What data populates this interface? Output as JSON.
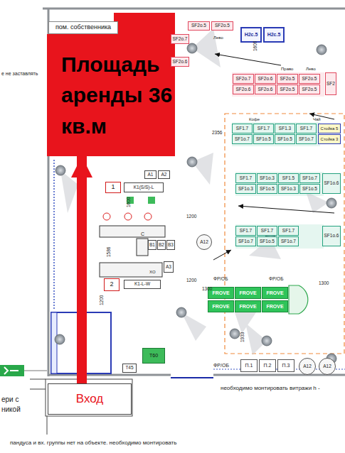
{
  "diagram": {
    "nodes": [
      {
        "text": [
          "пом. собственника"
        ]
      },
      {
        "text": [
          "Площадь аренды 36 кв.м"
        ]
      },
      {
        "text": [
          "Вход"
        ]
      },
      {
        "text": [
          "SF2o.5"
        ]
      },
      {
        "text": [
          "SF2o.5"
        ]
      },
      {
        "text": [
          "H2c.5"
        ]
      },
      {
        "text": [
          "H2c.5"
        ]
      },
      {
        "text": [
          "SF2o.7"
        ]
      },
      {
        "text": [
          "SF2o.6"
        ]
      },
      {
        "text": [
          "SF2o.7"
        ]
      },
      {
        "text": [
          "SF2o.6"
        ]
      },
      {
        "text": [
          "SF2o.5"
        ]
      },
      {
        "text": [
          "SF2o.5"
        ]
      },
      {
        "text": [
          "SF2o.6"
        ]
      },
      {
        "text": [
          "SF2o.6"
        ]
      },
      {
        "text": [
          "SF2o.5"
        ]
      },
      {
        "text": [
          "SF2o.5"
        ]
      },
      {
        "text": [
          "SF2"
        ]
      },
      {
        "text": [
          "SF1.7"
        ]
      },
      {
        "text": [
          "SF1.7"
        ]
      },
      {
        "text": [
          "SF1.3"
        ]
      },
      {
        "text": [
          "SF1.7"
        ]
      },
      {
        "text": [
          "SF1o.7"
        ]
      },
      {
        "text": [
          "SF1o.5"
        ]
      },
      {
        "text": [
          "SF1o.5"
        ]
      },
      {
        "text": [
          "SF1o.7"
        ]
      },
      {
        "text": [
          "Стойка 5"
        ]
      },
      {
        "text": [
          "Стойка 3"
        ]
      },
      {
        "text": [
          "SF1.7"
        ]
      },
      {
        "text": [
          "SF1o.3"
        ]
      },
      {
        "text": [
          "SF1.5"
        ]
      },
      {
        "text": [
          "SF1o.7"
        ]
      },
      {
        "text": [
          "SF1o.3"
        ]
      },
      {
        "text": [
          "SF1o.5"
        ]
      },
      {
        "text": [
          "SF1o.3"
        ]
      },
      {
        "text": [
          "SF1o.5"
        ]
      },
      {
        "text": [
          "SF1o.6"
        ]
      },
      {
        "text": [
          "SF1.7"
        ]
      },
      {
        "text": [
          "SF1.7"
        ]
      },
      {
        "text": [
          "SF1.7"
        ]
      },
      {
        "text": [
          "SF1o.7"
        ]
      },
      {
        "text": [
          "SF1o.5"
        ]
      },
      {
        "text": [
          "SF1o.7"
        ]
      },
      {
        "text": [
          "SF1o.6"
        ]
      },
      {
        "text": [
          "FROVE"
        ]
      },
      {
        "text": [
          "FROVE"
        ]
      },
      {
        "text": [
          "FROVE"
        ]
      },
      {
        "text": [
          "FROVE"
        ]
      },
      {
        "text": [
          "FROVE"
        ]
      },
      {
        "text": [
          "FROVE"
        ]
      },
      {
        "text": [
          "A12"
        ]
      },
      {
        "text": [
          "П.1"
        ]
      },
      {
        "text": [
          "П.2"
        ]
      },
      {
        "text": [
          "П.3"
        ]
      },
      {
        "text": [
          "A12"
        ]
      },
      {
        "text": [
          "A12"
        ]
      },
      {
        "text": [
          "1"
        ]
      },
      {
        "text": [
          "K1(S/S)-L"
        ]
      },
      {
        "text": [
          "A1"
        ]
      },
      {
        "text": [
          "A2"
        ]
      },
      {
        "text": [
          "2"
        ]
      },
      {
        "text": [
          "K1-L-W"
        ]
      },
      {
        "text": [
          "B1"
        ]
      },
      {
        "text": [
          "B2"
        ]
      },
      {
        "text": [
          "B3"
        ]
      },
      {
        "text": [
          "A3"
        ]
      },
      {
        "text": [
          "T60"
        ]
      },
      {
        "text": [
          "T45"
        ]
      }
    ],
    "edges": [
      {
        "from": 2,
        "to": 1,
        "arrow": "to"
      }
    ],
    "labels": [
      "е не заставлять",
      "ери с",
      "никой",
      "пандуса и вх. группы нет на объекте. необходимо монтировать",
      "необходимо монтировать витражи h -",
      "1600",
      "2356",
      "1600",
      "1200",
      "1200",
      "1586",
      "1300",
      "1200",
      "1300",
      "1933",
      "ФР/ОБ",
      "ФР/ОБ",
      "ФР/ОБ",
      "Лево",
      "Лево",
      "Право",
      "Кофе",
      "Чай",
      "XO",
      "C"
    ]
  }
}
